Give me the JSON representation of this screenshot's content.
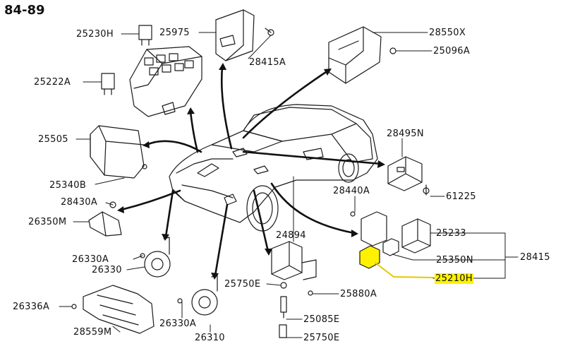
{
  "title": "84-89",
  "highlight_color": "#fff200",
  "parts": [
    {
      "id": "25230H",
      "label": "25230H"
    },
    {
      "id": "25975",
      "label": "25975"
    },
    {
      "id": "28415A",
      "label": "28415A"
    },
    {
      "id": "28550X",
      "label": "28550X"
    },
    {
      "id": "25096A",
      "label": "25096A"
    },
    {
      "id": "25222A",
      "label": "25222A"
    },
    {
      "id": "25505",
      "label": "25505"
    },
    {
      "id": "25340B",
      "label": "25340B"
    },
    {
      "id": "28495N",
      "label": "28495N"
    },
    {
      "id": "61225",
      "label": "61225"
    },
    {
      "id": "28430A",
      "label": "28430A"
    },
    {
      "id": "26350M",
      "label": "26350M"
    },
    {
      "id": "28440A",
      "label": "28440A"
    },
    {
      "id": "25233",
      "label": "25233"
    },
    {
      "id": "24894",
      "label": "24894"
    },
    {
      "id": "28415",
      "label": "28415"
    },
    {
      "id": "25350N",
      "label": "25350N"
    },
    {
      "id": "26330A_top",
      "label": "26330A"
    },
    {
      "id": "26330",
      "label": "26330"
    },
    {
      "id": "25210H",
      "label": "25210H",
      "highlighted": true
    },
    {
      "id": "25750E_top",
      "label": "25750E"
    },
    {
      "id": "25880A",
      "label": "25880A"
    },
    {
      "id": "26336A",
      "label": "26336A"
    },
    {
      "id": "25085E",
      "label": "25085E"
    },
    {
      "id": "28559M",
      "label": "28559M"
    },
    {
      "id": "26330A_bottom",
      "label": "26330A"
    },
    {
      "id": "25750E_bottom",
      "label": "25750E"
    },
    {
      "id": "26310",
      "label": "26310"
    }
  ]
}
